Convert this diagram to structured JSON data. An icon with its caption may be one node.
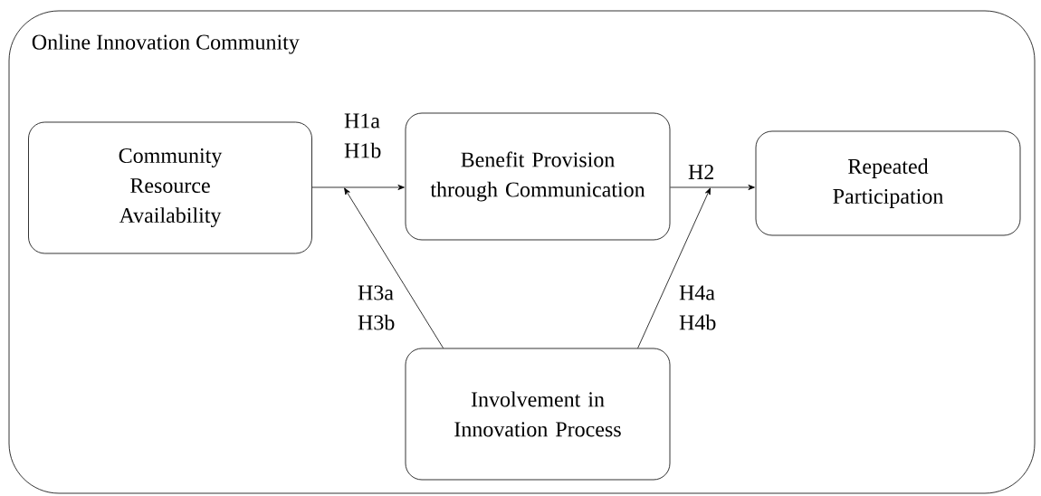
{
  "diagram": {
    "nodes": [
      {
        "text": [
          "Online Innovation Community"
        ]
      },
      {
        "text": [
          "Community Resource Availability"
        ],
        "in": 0
      },
      {
        "text": [
          "Benefit Provision through Communication"
        ],
        "in": 0
      },
      {
        "text": [
          "Repeated Participation"
        ],
        "in": 0
      },
      {
        "text": [
          "Involvement in Innovation Process"
        ],
        "in": 0
      }
    ],
    "edges": [
      {
        "from": 1,
        "to": 2,
        "arrow": "to",
        "label": "H1a H1b"
      },
      {
        "from": 2,
        "to": 3,
        "arrow": "to",
        "label": "H2"
      },
      {
        "from": 4,
        "to": null,
        "arrow": "to",
        "label": "H3a H3b"
      },
      {
        "from": 4,
        "to": null,
        "arrow": "to",
        "label": "H4a H4b"
      }
    ]
  }
}
